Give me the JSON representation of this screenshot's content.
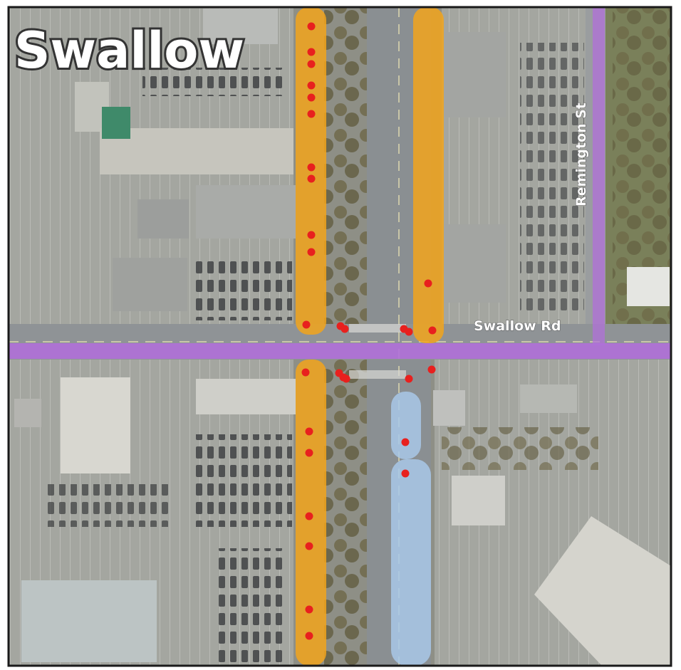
{
  "map": {
    "title": "Swallow",
    "labels": {
      "swallow_rd": "Swallow Rd",
      "remington_st": "Remington St"
    },
    "colors": {
      "orange_corridor": "#f2a41c",
      "purple_route": "#b070d8",
      "blue_segment": "#a8c8e8",
      "crash_point": "#e8201e",
      "road": "#8a8f92",
      "lot": "#a7a9a3",
      "roof": "#c9c9c4",
      "tree": "#6f6a48",
      "grass": "#7d8a56",
      "border": "#1a1a1a"
    },
    "crash_points_count": 30
  }
}
